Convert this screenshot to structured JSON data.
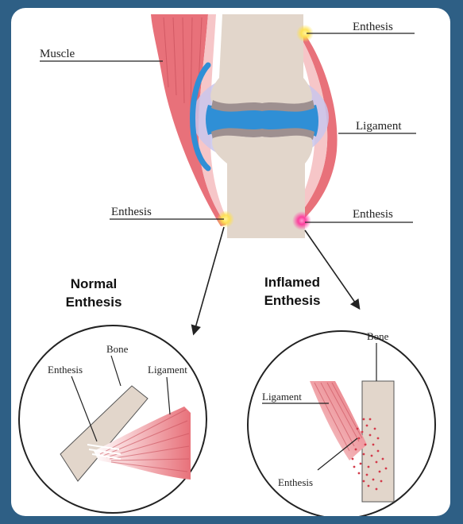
{
  "labels": {
    "muscle": "Muscle",
    "enthesis_top_right": "Enthesis",
    "ligament_right": "Ligament",
    "enthesis_bottom_left": "Enthesis",
    "enthesis_bottom_right": "Enthesis"
  },
  "normal": {
    "title_line1": "Normal",
    "title_line2": "Enthesis",
    "bone": "Bone",
    "enthesis": "Enthesis",
    "ligament": "Ligament"
  },
  "inflamed": {
    "title_line1": "Inflamed",
    "title_line2": "Enthesis",
    "bone": "Bone",
    "ligament": "Ligament",
    "enthesis": "Enthesis"
  },
  "colors": {
    "background": "#2e5f85",
    "bone": "#e2d6cb",
    "cartilage": "#9e9090",
    "synovial": "#2f8fd6",
    "capsule": "#c9c6ec",
    "muscle": "#e8717a",
    "muscle_light": "#f6c6c8",
    "enthesis_glow_normal": "#ffe14a",
    "enthesis_glow_inflamed": "#ff3fa4"
  }
}
